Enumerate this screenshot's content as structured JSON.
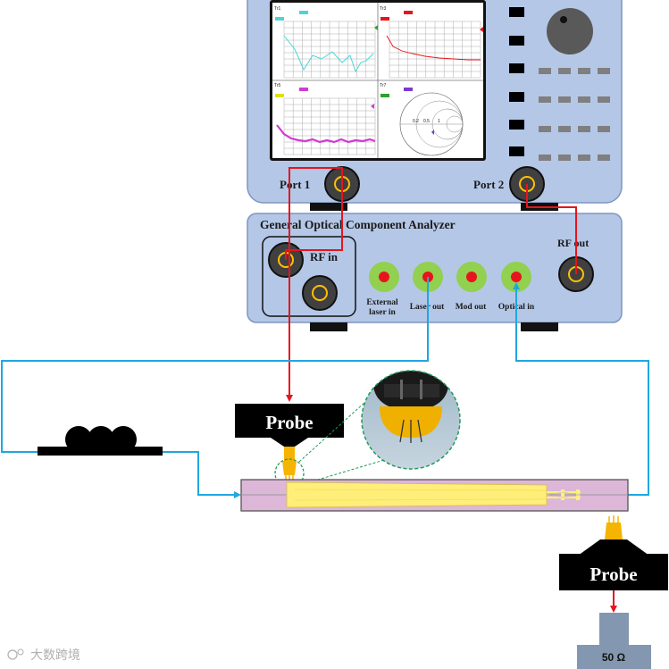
{
  "vna": {
    "port1_label": "Port 1",
    "port2_label": "Port 2",
    "screen": {
      "tr1": "Tr1",
      "tr3": "Tr3",
      "tr5": "Tr5",
      "tr7": "Tr7",
      "smith_labels": [
        "0.2",
        "0.5",
        "1"
      ]
    }
  },
  "oca": {
    "title": "General Optical Component Analyzer",
    "rf_in_label": "RF in",
    "rf_out_label": "RF out",
    "ports": {
      "external_laser_in_line1": "External",
      "external_laser_in_line2": "laser in",
      "laser_out": "Laser out",
      "mod_out": "Mod out",
      "optical_in": "Optical in"
    }
  },
  "probe_top_label": "Probe",
  "probe_bottom_label": "Probe",
  "terminator_label": "50 Ω",
  "watermark": "大数跨境",
  "colors": {
    "instrument_body": "#b4c7e7",
    "instrument_edge": "#8aa0c8",
    "rf_line": "#e8141c",
    "fiber_line": "#1fa7e1",
    "optical_port_ring": "#92d050",
    "optical_port_center": "#e8141c",
    "rf_connector_ring": "#ffc000",
    "chip_substrate": "#dcb7d8",
    "chip_electrode": "#ffef7a",
    "probe_tip": "#f5b400",
    "zoom_border": "#1f9a5a"
  }
}
